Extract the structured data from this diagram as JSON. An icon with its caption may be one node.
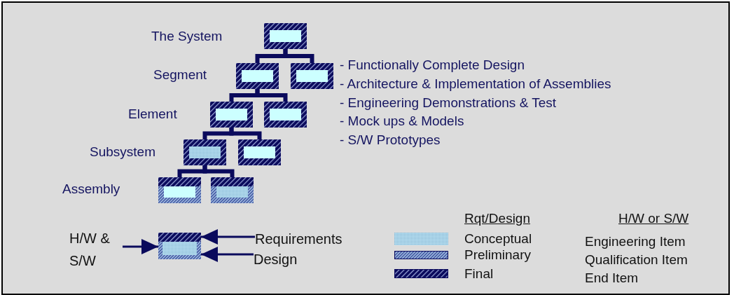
{
  "diagram": {
    "nodes": [
      {
        "text": [],
        "shape": "box"
      },
      {
        "text": [],
        "shape": "box"
      },
      {
        "text": [],
        "shape": "box"
      },
      {
        "text": [],
        "shape": "box"
      },
      {
        "text": [],
        "shape": "box"
      },
      {
        "text": [],
        "shape": "box"
      },
      {
        "text": [],
        "shape": "box"
      },
      {
        "text": [],
        "shape": "box"
      },
      {
        "text": [],
        "shape": "box"
      },
      {
        "text": [
          "H/W & S/W"
        ]
      },
      {
        "text": [],
        "shape": "box"
      },
      {
        "text": [
          "Requirements"
        ]
      },
      {
        "text": [
          "Design"
        ]
      }
    ],
    "edges": [
      {
        "from": 0,
        "to": 1,
        "arrow": "none"
      },
      {
        "from": 0,
        "to": 2,
        "arrow": "none"
      },
      {
        "from": 1,
        "to": 3,
        "arrow": "none"
      },
      {
        "from": 1,
        "to": 4,
        "arrow": "none"
      },
      {
        "from": 3,
        "to": 5,
        "arrow": "none"
      },
      {
        "from": 3,
        "to": 6,
        "arrow": "none"
      },
      {
        "from": 5,
        "to": 7,
        "arrow": "none"
      },
      {
        "from": 5,
        "to": 8,
        "arrow": "none"
      },
      {
        "from": 9,
        "to": 10,
        "arrow": "to"
      },
      {
        "from": 11,
        "to": 10,
        "arrow": "to"
      },
      {
        "from": 12,
        "to": 10,
        "arrow": "to"
      }
    ],
    "labels": [
      "The System",
      "Segment",
      "- Functionally Complete Design",
      "- Architecture & Implementation of Assemblies",
      "Element",
      "- Engineering Demonstrations & Test",
      "- Mock ups & Models",
      "Subsystem",
      "- S/W Prototypes",
      "Assembly",
      "Rqt/Design",
      "H/W or S/W",
      "Engineering Item",
      "Qualification Item",
      "End Item"
    ],
    "legend": [
      {
        "text": "Conceptual"
      },
      {
        "text": "Preliminary"
      },
      {
        "text": "Final"
      }
    ]
  }
}
